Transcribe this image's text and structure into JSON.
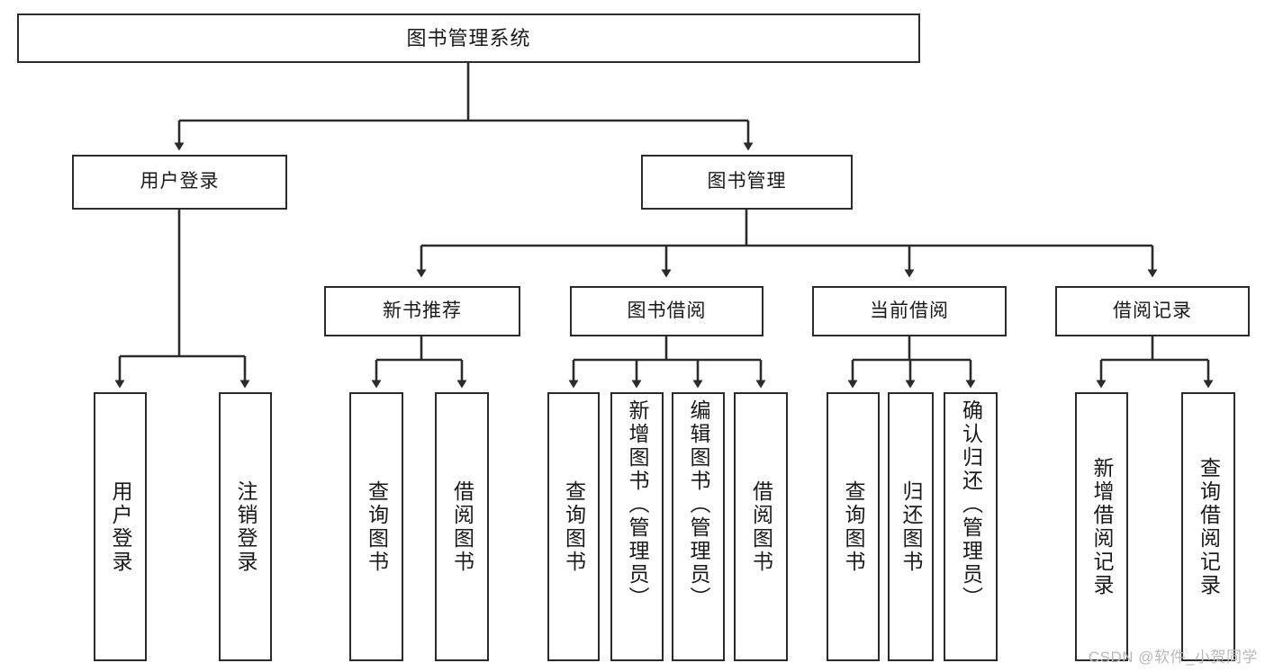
{
  "diagram": {
    "title": "图书管理系统",
    "type": "tree",
    "colors": {
      "box_border": "#2b2b2b",
      "box_fill": "#ffffff",
      "connector": "#2b2b2b",
      "text": "#1a1a1a",
      "watermark": "#b9b9b9",
      "background": "#ffffff"
    }
  },
  "nodes": {
    "root": {
      "label": "图书管理系统"
    },
    "level2": [
      {
        "id": "user-login",
        "label": "用户登录"
      },
      {
        "id": "book-manage",
        "label": "图书管理"
      }
    ],
    "level3": [
      {
        "id": "new-book-recommend",
        "label": "新书推荐"
      },
      {
        "id": "book-borrow",
        "label": "图书借阅"
      },
      {
        "id": "current-borrow",
        "label": "当前借阅"
      },
      {
        "id": "borrow-record",
        "label": "借阅记录"
      }
    ],
    "leaves": {
      "user_login": [
        {
          "id": "leaf-user-login",
          "label": "用户登录"
        },
        {
          "id": "leaf-logout",
          "label": "注销登录"
        }
      ],
      "new_book_recommend": [
        {
          "id": "leaf-query-book-1",
          "label": "查询图书"
        },
        {
          "id": "leaf-borrow-book-1",
          "label": "借阅图书"
        }
      ],
      "book_borrow": [
        {
          "id": "leaf-query-book-2",
          "label": "查询图书"
        },
        {
          "id": "leaf-add-book",
          "label": "新增图书（管理员）"
        },
        {
          "id": "leaf-edit-book",
          "label": "编辑图书（管理员）"
        },
        {
          "id": "leaf-borrow-book-2",
          "label": "借阅图书"
        }
      ],
      "current_borrow": [
        {
          "id": "leaf-query-book-3",
          "label": "查询图书"
        },
        {
          "id": "leaf-return-book",
          "label": "归还图书"
        },
        {
          "id": "leaf-confirm-return",
          "label": "确认归还（管理员）"
        }
      ],
      "borrow_record": [
        {
          "id": "leaf-add-record",
          "label": "新增借阅记录"
        },
        {
          "id": "leaf-query-record",
          "label": "查询借阅记录"
        }
      ]
    }
  },
  "watermark": {
    "text": "CSDN @软件_小贺同学"
  }
}
